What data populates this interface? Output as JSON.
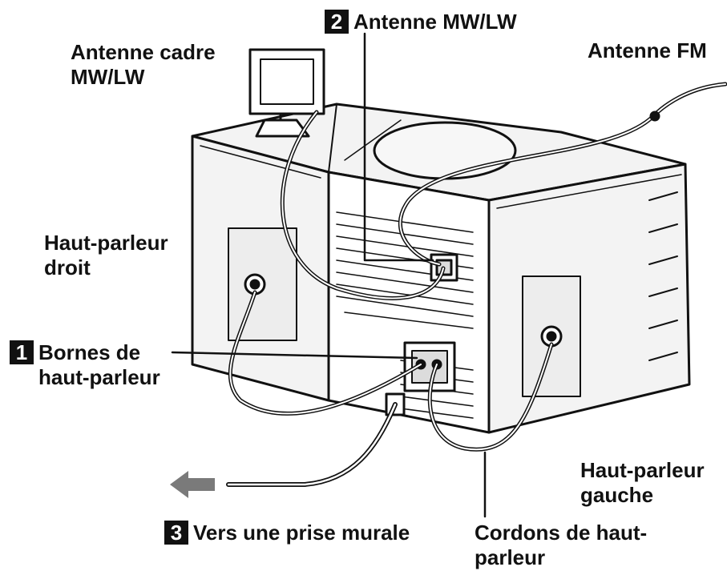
{
  "labels": {
    "loop_antenna": [
      "Antenne cadre",
      "MW/LW"
    ],
    "mwlw_antenna": {
      "number": "2",
      "text": "Antenne MW/LW"
    },
    "fm_antenna": "Antenne FM",
    "right_speaker": [
      "Haut-parleur",
      "droit"
    ],
    "speaker_terminals": {
      "number": "1",
      "lines": [
        "Bornes de",
        "haut-parleur"
      ]
    },
    "left_speaker": [
      "Haut-parleur",
      "gauche"
    ],
    "wall_outlet": {
      "number": "3",
      "text": "Vers une prise murale"
    },
    "speaker_cords": [
      "Cordons de haut-",
      "parleur"
    ]
  },
  "colors": {
    "ink": "#111111",
    "body": "#f3f3f3",
    "shade": "#dcdcdc",
    "badge_text": "#ffffff"
  }
}
